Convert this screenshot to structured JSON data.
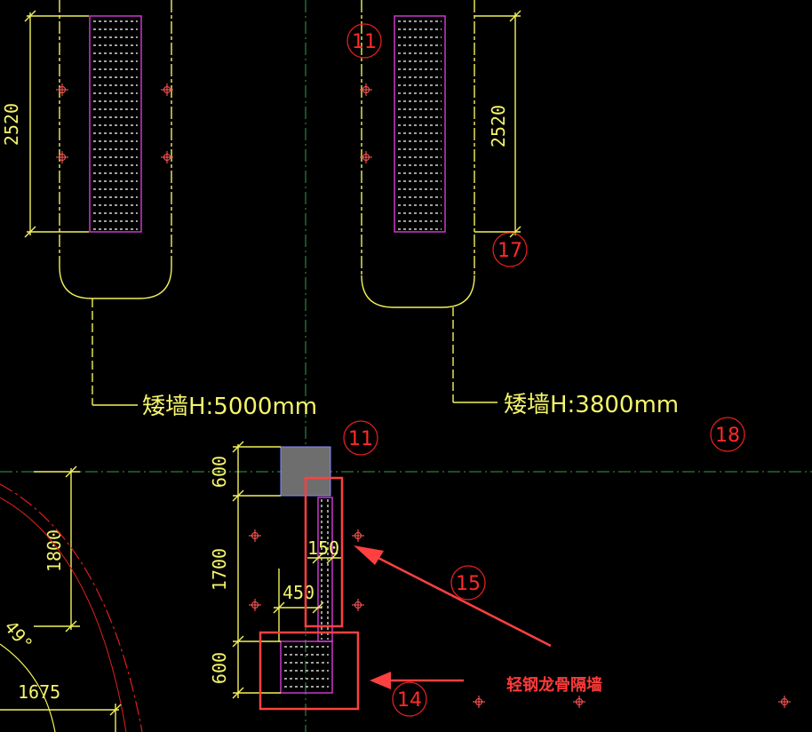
{
  "drawing": {
    "dims": {
      "d2520_left": "2520",
      "d2520_right": "2520",
      "d600_top": "600",
      "d1700": "1700",
      "d600_bottom": "600",
      "d1800": "1800",
      "d150": "150",
      "d450": "450",
      "d1675": "1675",
      "angle": "49°"
    },
    "labels": {
      "wall_left": "矮墙H:5000mm",
      "wall_right": "矮墙H:3800mm"
    },
    "circle_numbers": {
      "c11_top": "11",
      "c17": "17",
      "c11_mid": "11",
      "c18": "18",
      "c15": "15",
      "c14": "14"
    },
    "annotation": {
      "text": "轻钢龙骨隔墙"
    },
    "colors": {
      "background": "#000000",
      "dimension": "#f2f25a",
      "partition": "#d93cd9",
      "axis": "#2fa04a",
      "annotation": "#ff3b3b",
      "column": "#6e6e6e"
    }
  }
}
